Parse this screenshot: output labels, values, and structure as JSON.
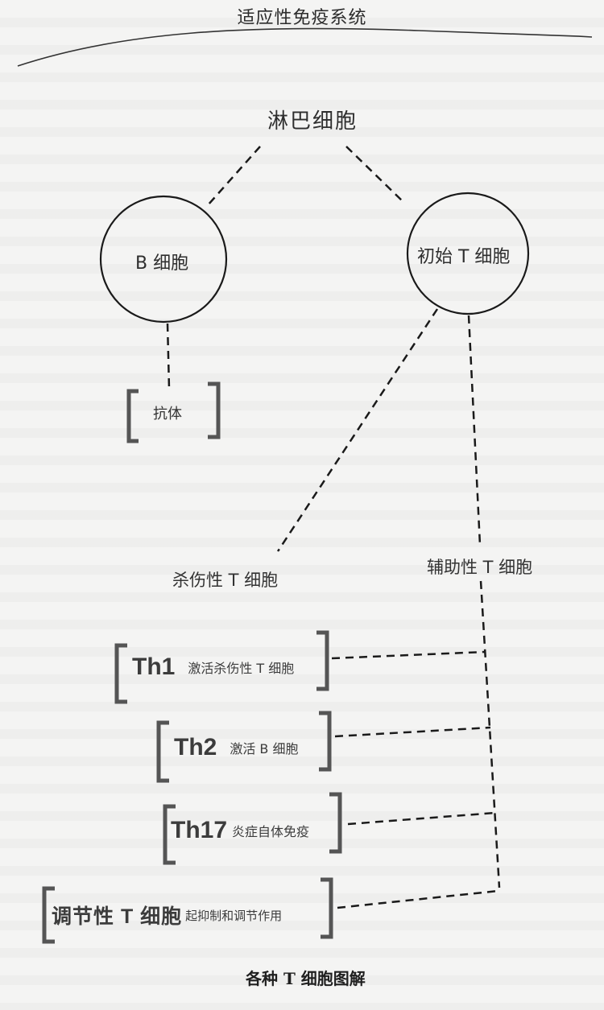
{
  "header": {
    "title": "适应性免疫系统"
  },
  "diagram": {
    "root": "淋巴细胞",
    "b_cell": "B 细胞",
    "naive_t_cell": "初始 T 细胞",
    "antibody": "抗体",
    "cytotoxic_t_cell": "杀伤性 T 细胞",
    "helper_t_cell": "辅助性 T 细胞",
    "subsets": [
      {
        "name": "Th1",
        "description": "激活杀伤性 T 细胞"
      },
      {
        "name": "Th2",
        "description": "激活 B 细胞"
      },
      {
        "name": "Th17",
        "description": "炎症自体免疫"
      },
      {
        "name": "调节性 T 细胞",
        "description": "起抑制和调节作用"
      }
    ],
    "caption": "各种 T 细胞图解"
  },
  "colors": {
    "background": "#f4f4f3",
    "line": "#1a1a1a",
    "bracket": "#555555"
  }
}
